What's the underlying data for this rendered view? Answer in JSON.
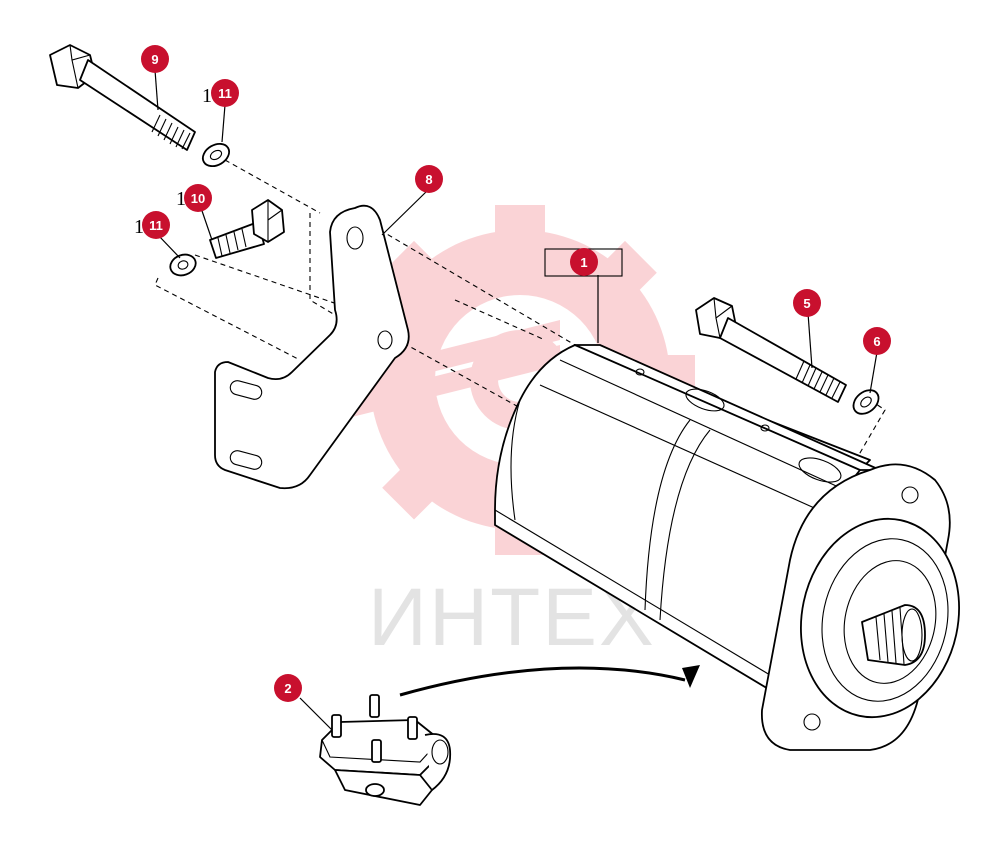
{
  "watermark": {
    "text": "ИНТЕХ",
    "color": "#f4a0a6"
  },
  "callout_color": "#c8102e",
  "callouts": {
    "pump": "1",
    "fitting": "2",
    "bolt_pump": "5",
    "washer_pump": "6",
    "bracket": "8",
    "bolt_long": "9",
    "bolt_short": "10",
    "washer_upper": "11",
    "washer_lower": "11"
  },
  "label_stubs": {
    "stub_1": "1",
    "stub_2": "1",
    "stub_3": "1"
  }
}
